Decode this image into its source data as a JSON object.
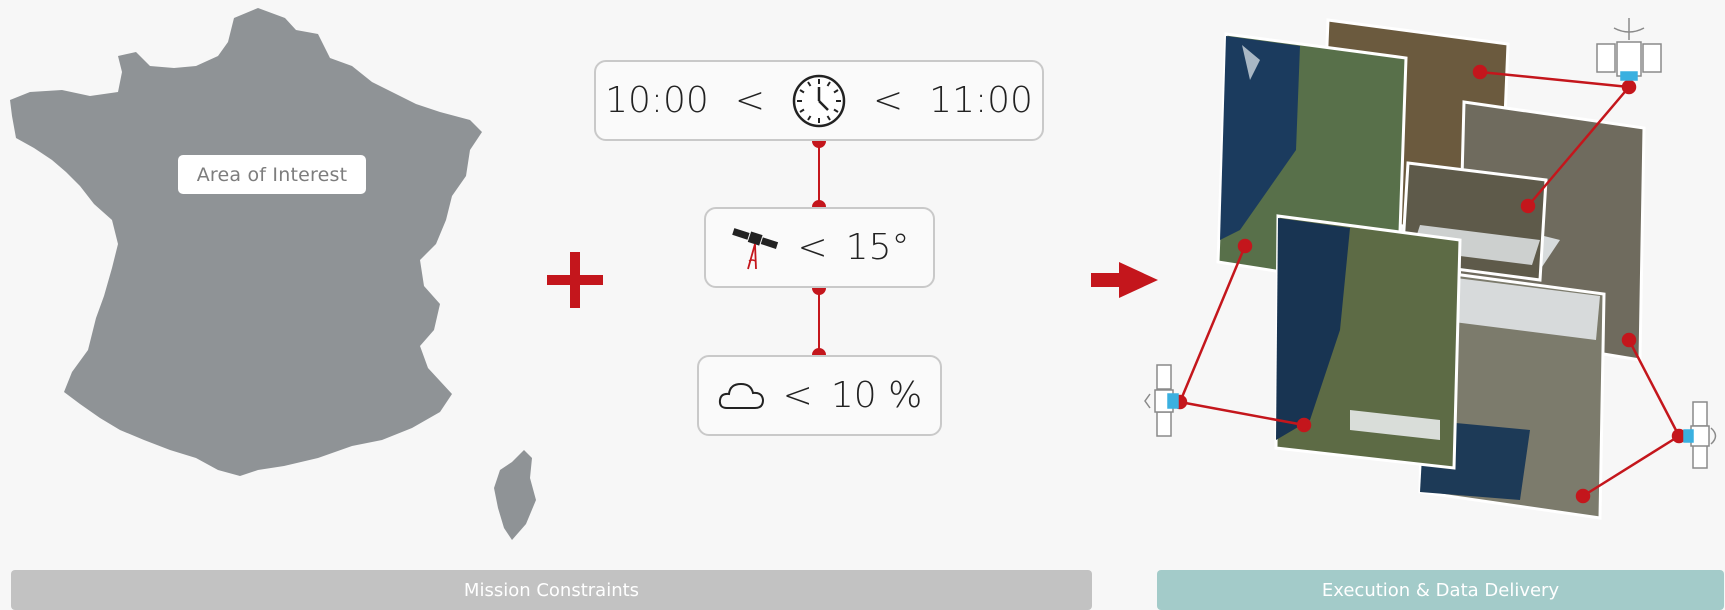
{
  "aoi": {
    "label": "Area of Interest"
  },
  "constraints": {
    "time_start": "10:00",
    "time_end": "11:00",
    "less_than": "<",
    "angle": "15°",
    "cloud": "10 %"
  },
  "icons": [
    "clock-icon",
    "satellite-angle-icon",
    "cloud-icon",
    "plus-icon",
    "arrow-right-icon",
    "satellite-icon"
  ],
  "colors": {
    "accent": "#c4161c",
    "map_gray": "#8f9396",
    "mission_band": "#c2c2c2",
    "exec_band": "#a3cbc9"
  },
  "bands": {
    "mission": "Mission Constraints",
    "execution": "Execution & Data Delivery"
  }
}
